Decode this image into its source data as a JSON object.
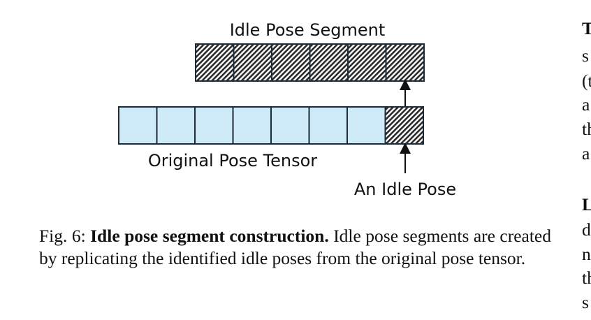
{
  "figure": {
    "segment_label": "Idle Pose Segment",
    "tensor_label": "Original Pose Tensor",
    "idle_label": "An Idle Pose",
    "segment_cells": 6,
    "tensor_cells": 8,
    "colors": {
      "tensor_fill": "#cfeaf8",
      "stroke": "#1c2b36",
      "hatch_dark": "#2a2a2a",
      "hatch_light": "#ffffff"
    }
  },
  "caption": {
    "prefix": "Fig. 6: ",
    "title": "Idle pose segment construction.",
    "body": " Idle pose segments are created by replicating the identified idle poses from the original pose tensor."
  },
  "right_column": {
    "lines": [
      {
        "text": "T",
        "bold": true
      },
      {
        "text": "s",
        "bold": false
      },
      {
        "text": "(t",
        "bold": false
      },
      {
        "text": "a",
        "bold": false
      },
      {
        "text": "th",
        "bold": false
      },
      {
        "text": "a",
        "bold": false
      },
      {
        "text": "L",
        "bold": true
      },
      {
        "text": "d",
        "bold": false
      },
      {
        "text": "n",
        "bold": false
      },
      {
        "text": "th",
        "bold": false
      },
      {
        "text": "s",
        "bold": false
      }
    ]
  }
}
